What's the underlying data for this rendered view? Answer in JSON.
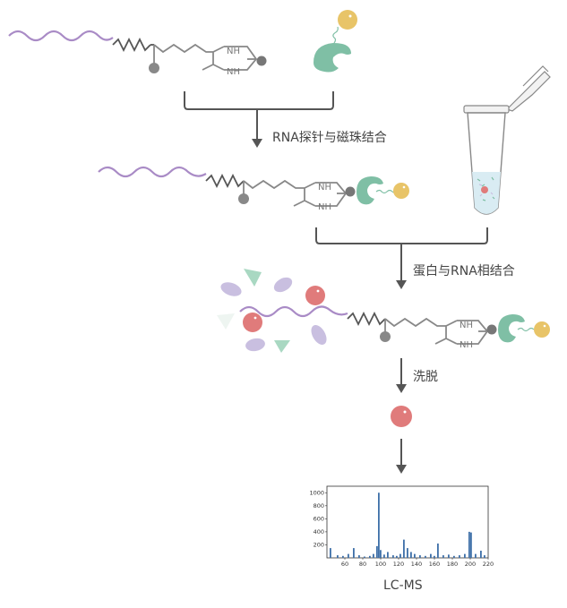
{
  "steps": {
    "step1_label": "RNA探针与磁珠结合",
    "step2_label": "蛋白与RNA相结合",
    "step3_label": "洗脱",
    "final_label": "LC-MS"
  },
  "molecule": {
    "nh_top": "NH",
    "nh_bottom": "NH"
  },
  "colors": {
    "rna": "#a98bc6",
    "linker": "#555555",
    "biotin": "#888888",
    "streptavidin": "#7fbfa5",
    "bead": "#e8c468",
    "protein_red": "#e07b7b",
    "protein_purple": "#c9bfe0",
    "protein_green": "#a9d8c2",
    "chart_bar": "#3e6fa8"
  },
  "icons": [
    "tube-icon",
    "bead-icon",
    "streptavidin-icon",
    "protein-icon"
  ],
  "chart_data": {
    "type": "bar",
    "xlim": [
      40,
      220
    ],
    "ylim": [
      0,
      1100
    ],
    "x_ticks": [
      "60",
      "80",
      "100",
      "120",
      "140",
      "160",
      "180",
      "200",
      "220"
    ],
    "y_ticks": [
      "200",
      "400",
      "600",
      "800",
      "1000"
    ],
    "x": [
      44,
      52,
      58,
      64,
      70,
      76,
      82,
      88,
      92,
      96,
      98,
      100,
      104,
      108,
      114,
      118,
      122,
      126,
      130,
      134,
      138,
      144,
      150,
      156,
      160,
      164,
      170,
      176,
      182,
      188,
      194,
      199,
      201,
      206,
      212,
      216
    ],
    "values": [
      150,
      40,
      30,
      60,
      150,
      40,
      20,
      30,
      60,
      180,
      1000,
      120,
      50,
      90,
      40,
      30,
      60,
      280,
      150,
      90,
      60,
      40,
      30,
      60,
      30,
      220,
      40,
      50,
      30,
      40,
      60,
      400,
      390,
      60,
      110,
      40
    ]
  }
}
